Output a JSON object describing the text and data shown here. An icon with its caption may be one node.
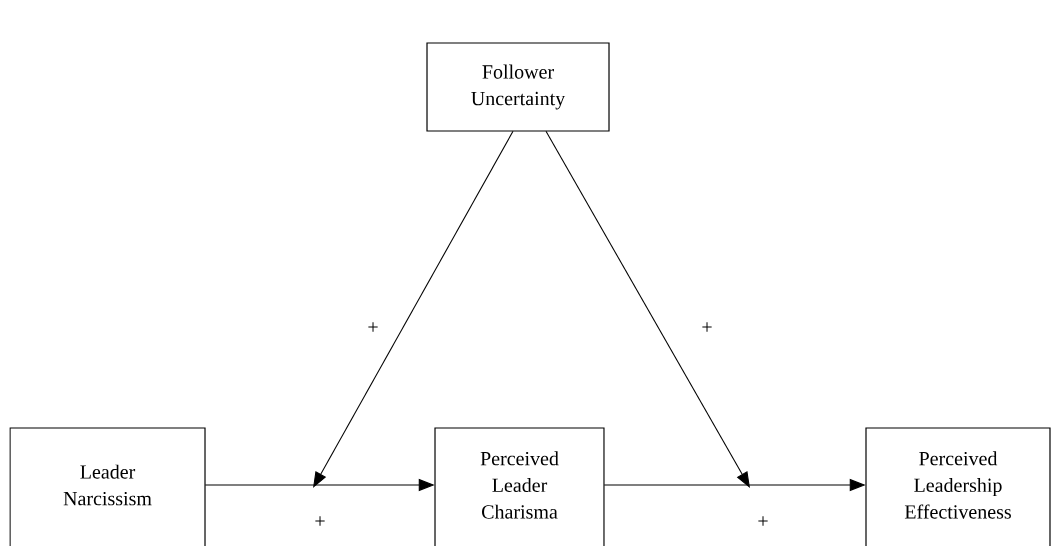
{
  "diagram": {
    "nodes": [
      {
        "text": [
          "Follower Uncertainty"
        ]
      },
      {
        "text": [
          "Leader Narcissism"
        ]
      },
      {
        "text": [
          "Perceived Leader Charisma"
        ]
      },
      {
        "text": [
          "Perceived Leadership Effectiveness"
        ]
      }
    ],
    "edges": [
      {
        "from": 1,
        "to": 2,
        "arrow": "to",
        "label": "+"
      },
      {
        "from": 2,
        "to": 3,
        "arrow": "to",
        "label": "+"
      },
      {
        "from": 0,
        "to": null,
        "arrow": "to",
        "label": "+"
      },
      {
        "from": 0,
        "to": null,
        "arrow": "to",
        "label": "+"
      }
    ]
  }
}
